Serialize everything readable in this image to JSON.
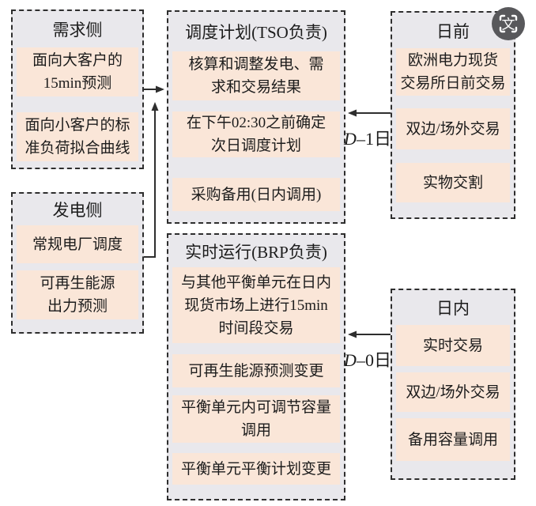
{
  "diagram": {
    "boxes": {
      "demand": {
        "title": "需求侧",
        "items": [
          "面向大客户的\n15min预测",
          "面向小客户的标\n准负荷拟合曲线"
        ]
      },
      "generation": {
        "title": "发电侧",
        "items": [
          "常规电厂调度",
          "可再生能源\n出力预测"
        ]
      },
      "tso": {
        "title": "调度计划(TSO负责)",
        "items": [
          "核算和调整发电、需\n求和交易结果",
          "在下午02:30之前确定\n次日调度计划",
          "采购备用(日内调用)"
        ]
      },
      "brp": {
        "title": "实时运行(BRP负责)",
        "items": [
          "与其他平衡单元在日内\n现货市场上进行15min\n时间段交易",
          "可再生能源预测变更",
          "平衡单元内可调节容量\n调用",
          "平衡单元平衡计划变更"
        ]
      },
      "dayahead": {
        "title": "日前",
        "items": [
          "欧洲电力现货\n交易所日前交易",
          "双边/场外交易",
          "实物交割"
        ]
      },
      "intraday": {
        "title": "日内",
        "items": [
          "实时交易",
          "双边/场外交易",
          "备用容量调用"
        ]
      }
    },
    "arrow_labels": {
      "dayahead": {
        "var": "D",
        "rest": "–1日"
      },
      "intraday": {
        "var": "D",
        "rest": "–0日"
      }
    }
  },
  "overlay_icon": {
    "name": "translate-text-icon",
    "glyph": "文"
  },
  "colors": {
    "item_bg": "#fae6d8",
    "box_bg": "#e9e8ec",
    "border": "#2e2e2e",
    "arrow": "#2e2e2e",
    "icon_bg": "#58585b",
    "text": "#1c1c1c"
  }
}
